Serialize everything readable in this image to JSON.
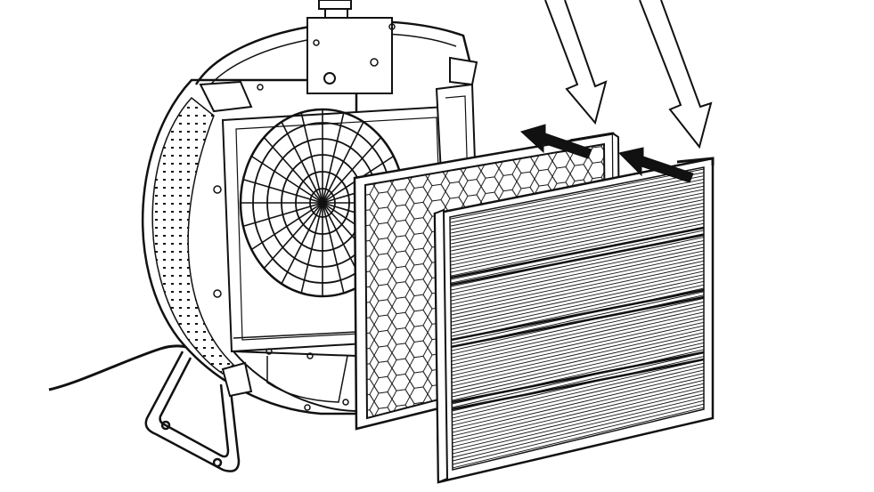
{
  "illustration": {
    "subject": "air-purifier-filter-installation",
    "parts": [
      "housing",
      "fan-grille",
      "power-cord",
      "stand",
      "honeycomb-filter",
      "pleated-filter",
      "insertion-arrows",
      "airflow-arrows"
    ]
  },
  "colors": {
    "line": "#111111",
    "background": "#ffffff",
    "arrow_fill": "#111111",
    "outline_arrow_fill": "#ffffff"
  }
}
